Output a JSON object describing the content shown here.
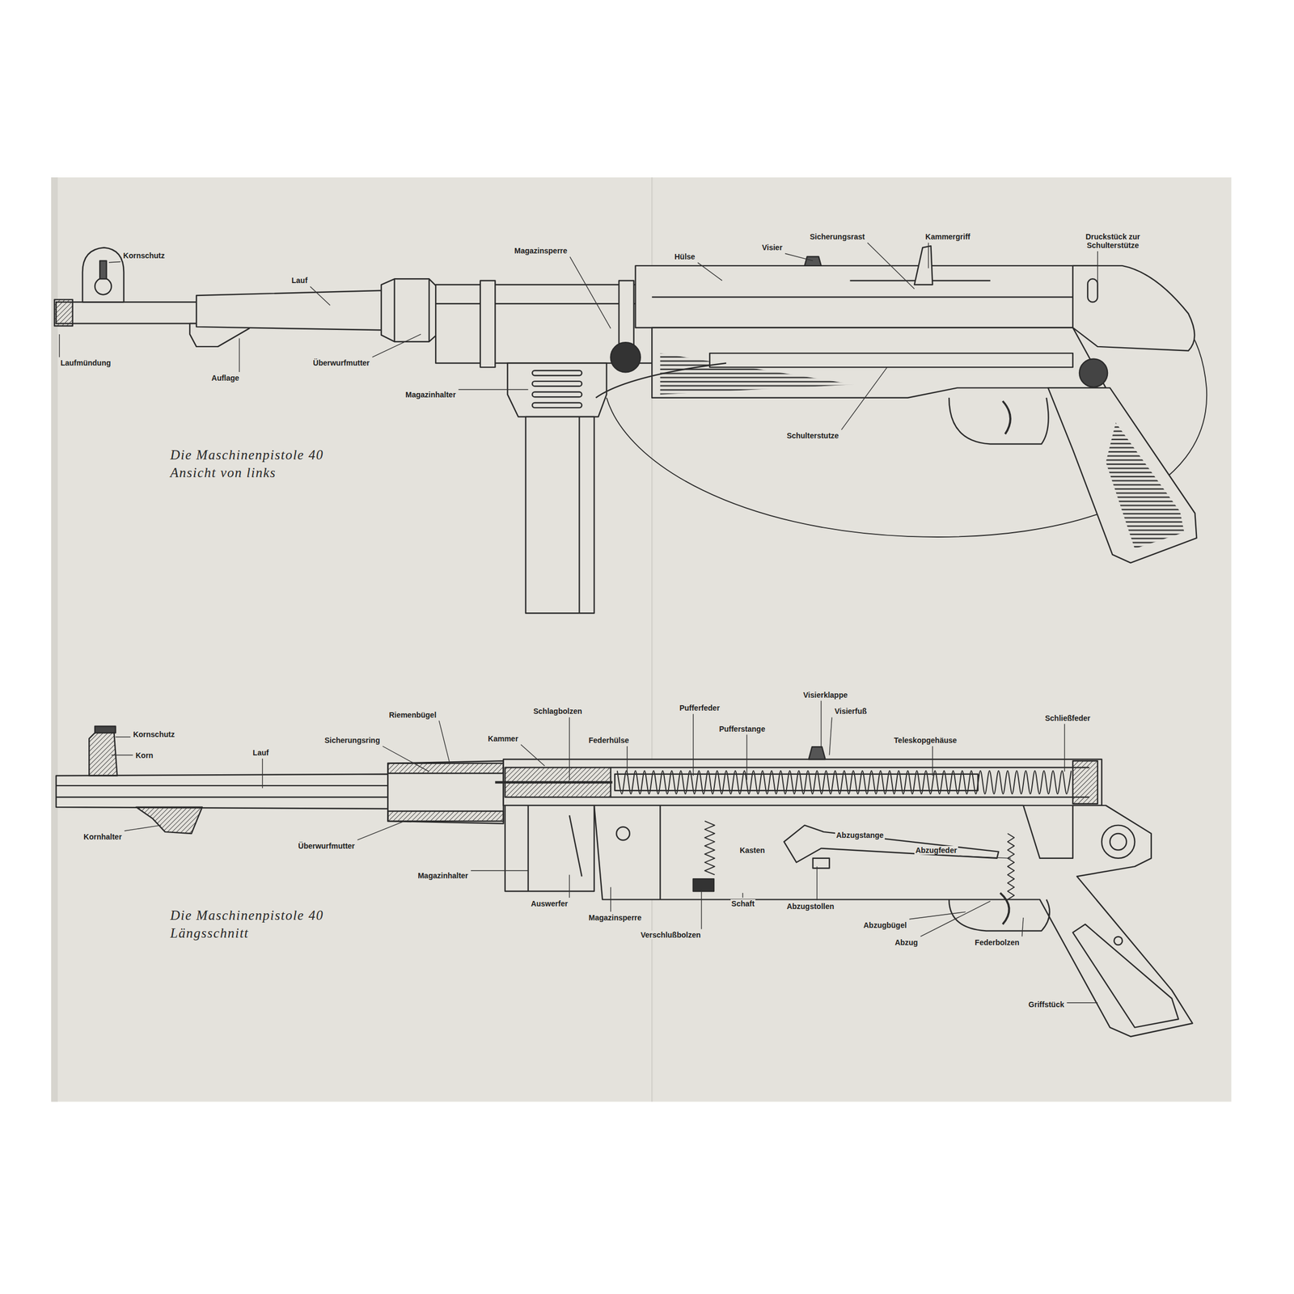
{
  "diagram": {
    "labels": [
      "Kornschutz",
      "Lauf",
      "Laufmündung",
      "Auflage",
      "Magazinsperre",
      "Überwurfmutter",
      "Magazinhalter",
      "Hülse",
      "Visier",
      "Sicherungsrast",
      "Kammergriff",
      "Druckstück zur Schulterstütze",
      "Schulterstutze",
      "Die Maschinenpistole 40 Ansicht von links",
      "Kornschutz",
      "Korn",
      "Lauf",
      "Kornhalter",
      "Riemenbügel",
      "Sicherungsring",
      "Überwurfmutter",
      "Schlagbolzen",
      "Kammer",
      "Federhülse",
      "Pufferfeder",
      "Pufferstange",
      "Visierklappe",
      "Visierfuß",
      "Teleskopgehäuse",
      "Schließfeder",
      "Magazinhalter",
      "Auswerfer",
      "Magazinsperre",
      "Kasten",
      "Abzugstange",
      "Abzugfeder",
      "Schaft",
      "Abzugstollen",
      "Verschlußbolzen",
      "Abzugbügel",
      "Abzug",
      "Federbolzen",
      "Griffstück",
      "Die Maschinenpistole 40 Längsschnitt"
    ]
  }
}
